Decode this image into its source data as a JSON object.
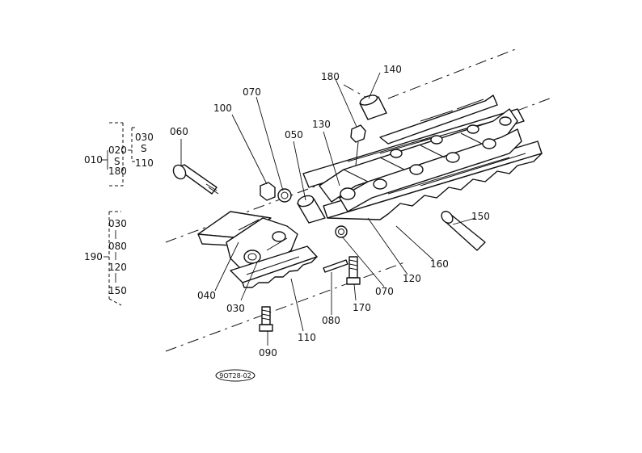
{
  "diagram": {
    "callouts": [
      {
        "id": "p010",
        "label": "010"
      },
      {
        "id": "p020",
        "label": "020"
      },
      {
        "id": "p020s",
        "label": "S"
      },
      {
        "id": "p020b",
        "label": "180"
      },
      {
        "id": "p030t",
        "label": "030"
      },
      {
        "id": "p030s",
        "label": "S"
      },
      {
        "id": "p030b",
        "label": "110"
      },
      {
        "id": "p060",
        "label": "060"
      },
      {
        "id": "p100",
        "label": "100"
      },
      {
        "id": "p070a",
        "label": "070"
      },
      {
        "id": "p050",
        "label": "050"
      },
      {
        "id": "p130",
        "label": "130"
      },
      {
        "id": "p180",
        "label": "180"
      },
      {
        "id": "p140",
        "label": "140"
      },
      {
        "id": "p150",
        "label": "150"
      },
      {
        "id": "p160",
        "label": "160"
      },
      {
        "id": "p120",
        "label": "120"
      },
      {
        "id": "p070b",
        "label": "070"
      },
      {
        "id": "p170",
        "label": "170"
      },
      {
        "id": "p080",
        "label": "080"
      },
      {
        "id": "p110",
        "label": "110"
      },
      {
        "id": "p090",
        "label": "090"
      },
      {
        "id": "p030",
        "label": "030"
      },
      {
        "id": "p040",
        "label": "040"
      },
      {
        "id": "p190",
        "label": "190"
      },
      {
        "id": "g030",
        "label": "030"
      },
      {
        "id": "g080",
        "label": "080"
      },
      {
        "id": "g120",
        "label": "120"
      },
      {
        "id": "g150",
        "label": "150"
      }
    ],
    "stamp": "9OT28-02"
  }
}
